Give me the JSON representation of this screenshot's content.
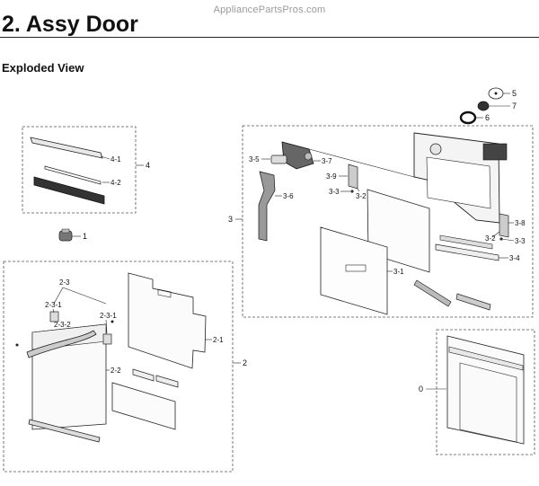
{
  "watermark": "AppliancePartsPros.com",
  "header": {
    "title": "2.  Assy Door",
    "subtitle": "Exploded View"
  },
  "callouts": {
    "c0": "0",
    "c1": "1",
    "c2": "2",
    "c2_1": "2-1",
    "c2_2": "2-2",
    "c2_3": "2-3",
    "c2_3_1a": "2-3-1",
    "c2_3_1b": "2-3-1",
    "c2_3_2": "2-3-2",
    "c3": "3",
    "c3_1": "3-1",
    "c3_2a": "3-2",
    "c3_2b": "3-2",
    "c3_3a": "3-3",
    "c3_3b": "3-3",
    "c3_4": "3-4",
    "c3_5": "3-5",
    "c3_6": "3-6",
    "c3_7": "3-7",
    "c3_8": "3-8",
    "c3_9": "3-9",
    "c4": "4",
    "c4_1": "4-1",
    "c4_2": "4-2",
    "c5": "5",
    "c6": "6",
    "c7": "7"
  }
}
